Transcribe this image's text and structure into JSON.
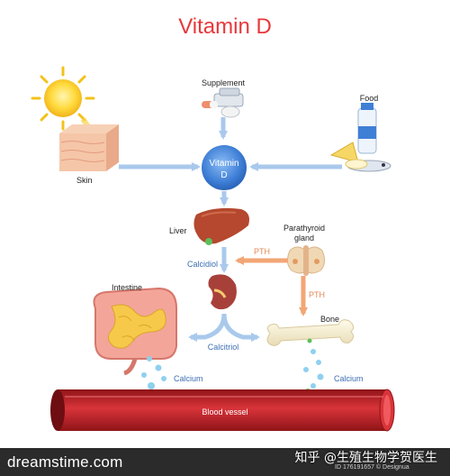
{
  "title": "Vitamin D",
  "labels": {
    "supplement": "Supplement",
    "food": "Food",
    "skin": "Skin",
    "vitamin_d": "Vitamin D",
    "liver": "Liver",
    "parathyroid": "Parathyroid gland",
    "pth_top": "PTH",
    "pth_side": "PTH",
    "calcidiol": "Calcidiol",
    "intestine": "Intestine",
    "bone": "Bone",
    "calcitriol": "Calcitriol",
    "calcium_left": "Calcium",
    "calcium_right": "Calcium",
    "blood_vessel": "Blood vessel"
  },
  "footer": {
    "brand": "dreamstime.com",
    "id": "ID 176191657 © Designua",
    "watermark": "知乎 @生殖生物学贺医生"
  },
  "colors": {
    "title": "#e8373a",
    "arrow_blue": "#a9c9ec",
    "arrow_orange": "#f2a675",
    "vitamin_circle": "#3f7fd6",
    "vessel": "#c8262c"
  }
}
